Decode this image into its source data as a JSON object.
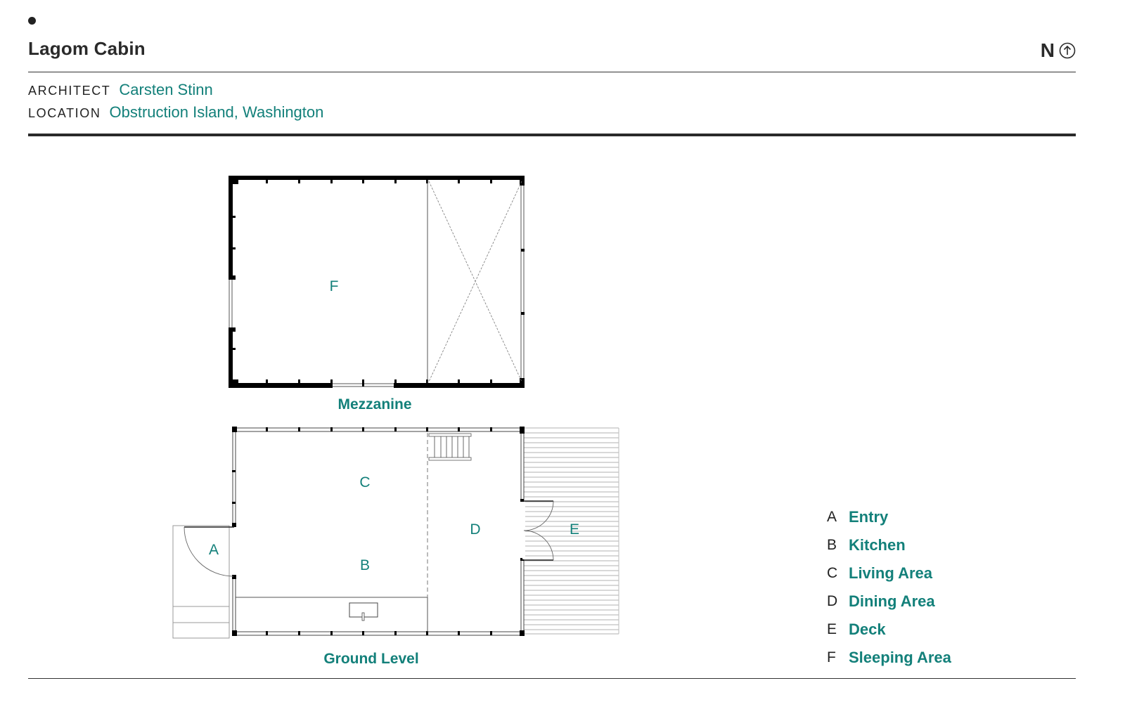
{
  "header": {
    "title": "Lagom Cabin",
    "north_label": "N",
    "north_icon": "north-arrow-icon"
  },
  "meta": {
    "architect_label": "ARCHITECT",
    "architect_value": "Carsten Stinn",
    "location_label": "LOCATION",
    "location_value": "Obstruction Island, Washington"
  },
  "plans": {
    "mezzanine": {
      "label": "Mezzanine",
      "rooms": [
        {
          "key": "F"
        }
      ]
    },
    "ground": {
      "label": "Ground Level",
      "rooms": [
        {
          "key": "A"
        },
        {
          "key": "B"
        },
        {
          "key": "C"
        },
        {
          "key": "D"
        },
        {
          "key": "E"
        }
      ]
    }
  },
  "legend": [
    {
      "key": "A",
      "label": "Entry"
    },
    {
      "key": "B",
      "label": "Kitchen"
    },
    {
      "key": "C",
      "label": "Living Area"
    },
    {
      "key": "D",
      "label": "Dining Area"
    },
    {
      "key": "E",
      "label": "Deck"
    },
    {
      "key": "F",
      "label": "Sleeping Area"
    }
  ],
  "colors": {
    "accent": "#13807a",
    "ink": "#222222"
  }
}
